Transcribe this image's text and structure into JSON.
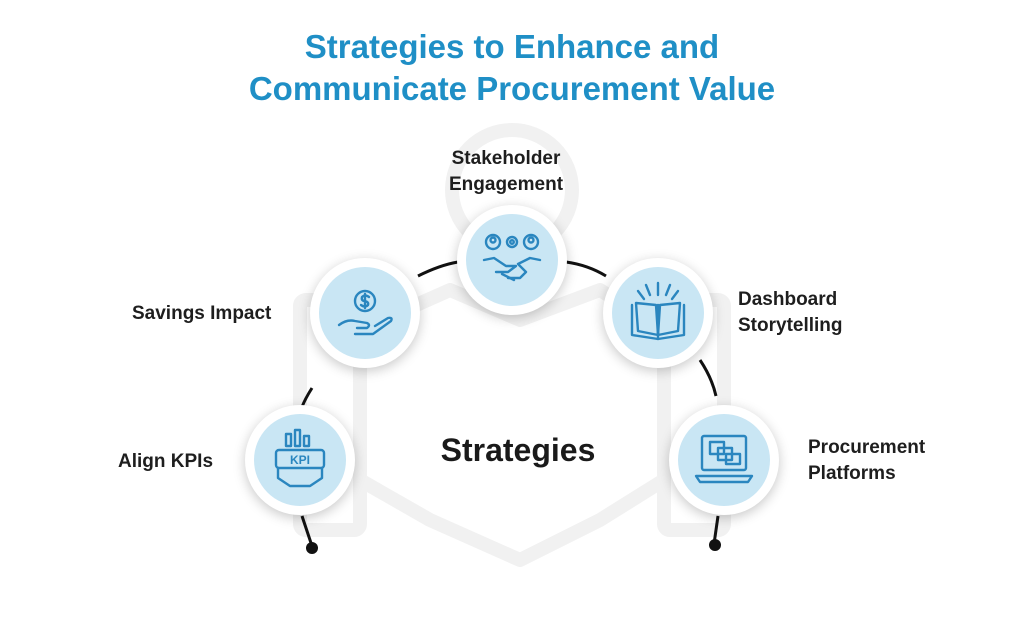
{
  "title": {
    "line1": "Strategies to Enhance and",
    "line2": "Communicate Procurement Value"
  },
  "center_label": "Strategies",
  "accent_color": "#1f8fc6",
  "node_fill_color": "#c9e6f4",
  "icon_color": "#2a86bf",
  "nodes": [
    {
      "icon": "kpi-icon",
      "label_lines": [
        "Align KPIs"
      ]
    },
    {
      "icon": "hand-coin-icon",
      "label_lines": [
        "Savings Impact"
      ]
    },
    {
      "icon": "handshake-icon",
      "label_lines": [
        "Stakeholder",
        "Engagement"
      ]
    },
    {
      "icon": "open-book-icon",
      "label_lines": [
        "Dashboard",
        "Storytelling"
      ]
    },
    {
      "icon": "laptop-icon",
      "label_lines": [
        "Procurement",
        "Platforms"
      ]
    }
  ]
}
